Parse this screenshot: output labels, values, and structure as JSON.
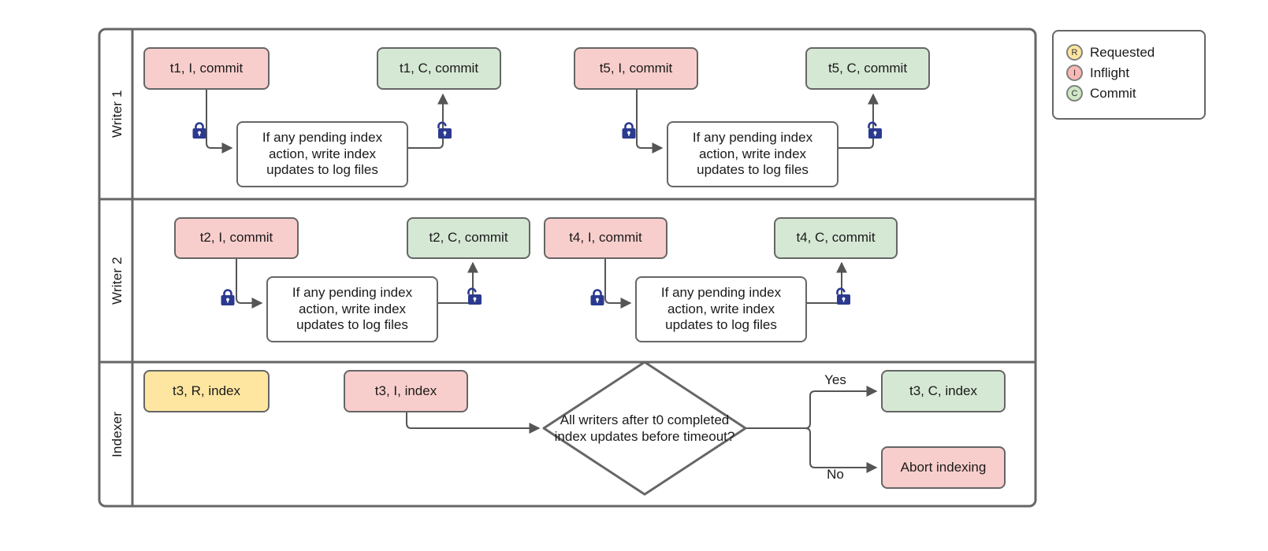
{
  "diagram": {
    "title": "Writer / Indexer swimlane flow",
    "colors": {
      "inflight": "#f8cecc",
      "commit": "#d5e8d4",
      "requested": "#ffe6a0",
      "stroke": "#666666",
      "lock": "#2b3a8f",
      "text": "#1a1a1a"
    },
    "lanes": [
      {
        "id": "writer1",
        "label": "Writer 1"
      },
      {
        "id": "writer2",
        "label": "Writer 2"
      },
      {
        "id": "indexer",
        "label": "Indexer"
      }
    ],
    "process_text": "If any pending index action, write index updates to log files",
    "nodes": {
      "w1_t1_i": "t1, I, commit",
      "w1_t1_c": "t1, C, commit",
      "w1_proc_a": "If any pending index action, write index updates to log files",
      "w1_t5_i": "t5, I, commit",
      "w1_t5_c": "t5, C, commit",
      "w1_proc_b": "If any pending index action, write index updates to log files",
      "w2_t2_i": "t2, I, commit",
      "w2_t2_c": "t2, C, commit",
      "w2_proc_a": "If any pending index action, write index updates to log files",
      "w2_t4_i": "t4, I, commit",
      "w2_t4_c": "t4, C, commit",
      "w2_proc_b": "If any pending index action, write index updates to log files",
      "ix_t3_r": "t3, R, index",
      "ix_t3_i": "t3, I, index",
      "ix_decision": "All writers after t0 completed index updates before timeout?",
      "ix_t3_c": "t3, C, index",
      "ix_abort": "Abort indexing"
    },
    "edge_labels": {
      "yes": "Yes",
      "no": "No"
    },
    "locks": [
      {
        "id": "w1-lock-a",
        "state": "locked"
      },
      {
        "id": "w1-unlock-a",
        "state": "unlocked"
      },
      {
        "id": "w1-lock-b",
        "state": "locked"
      },
      {
        "id": "w1-unlock-b",
        "state": "unlocked"
      },
      {
        "id": "w2-lock-a",
        "state": "locked"
      },
      {
        "id": "w2-unlock-a",
        "state": "unlocked"
      },
      {
        "id": "w2-lock-b",
        "state": "locked"
      },
      {
        "id": "w2-unlock-b",
        "state": "unlocked"
      }
    ],
    "legend": {
      "items": [
        {
          "symbol": "R",
          "label": "Requested",
          "color": "#ffe6a0"
        },
        {
          "symbol": "I",
          "label": "Inflight",
          "color": "#f8b8b4"
        },
        {
          "symbol": "C",
          "label": "Commit",
          "color": "#cfe8c6"
        }
      ]
    }
  }
}
